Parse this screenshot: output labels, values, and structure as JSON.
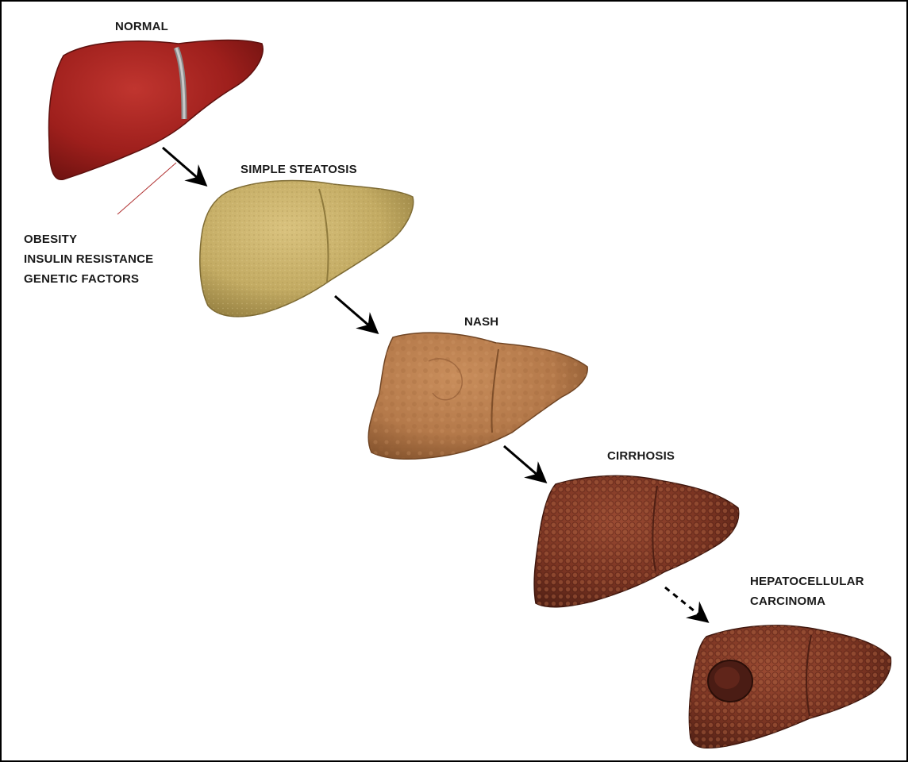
{
  "stages": {
    "normal": "NORMAL",
    "steatosis": "SIMPLE STEATOSIS",
    "nash": "NASH",
    "cirrhosis": "CIRRHOSIS",
    "hcc_line1": "HEPATOCELLULAR",
    "hcc_line2": "CARCINOMA"
  },
  "risk_factors": [
    "OBESITY",
    "INSULIN RESISTANCE",
    "GENETIC FACTORS"
  ],
  "colors": {
    "normal": "#9e1f1c",
    "steatosis": "#c3ab63",
    "nash": "#b4794a",
    "cirrhosis": "#7a3422",
    "hcc": "#7a3422",
    "tumor": "#4a1c14",
    "risk_line": "#b03030"
  },
  "arrows": [
    {
      "from": "normal",
      "to": "steatosis",
      "style": "solid"
    },
    {
      "from": "steatosis",
      "to": "nash",
      "style": "solid"
    },
    {
      "from": "nash",
      "to": "cirrhosis",
      "style": "solid"
    },
    {
      "from": "cirrhosis",
      "to": "hcc",
      "style": "dashed"
    }
  ]
}
